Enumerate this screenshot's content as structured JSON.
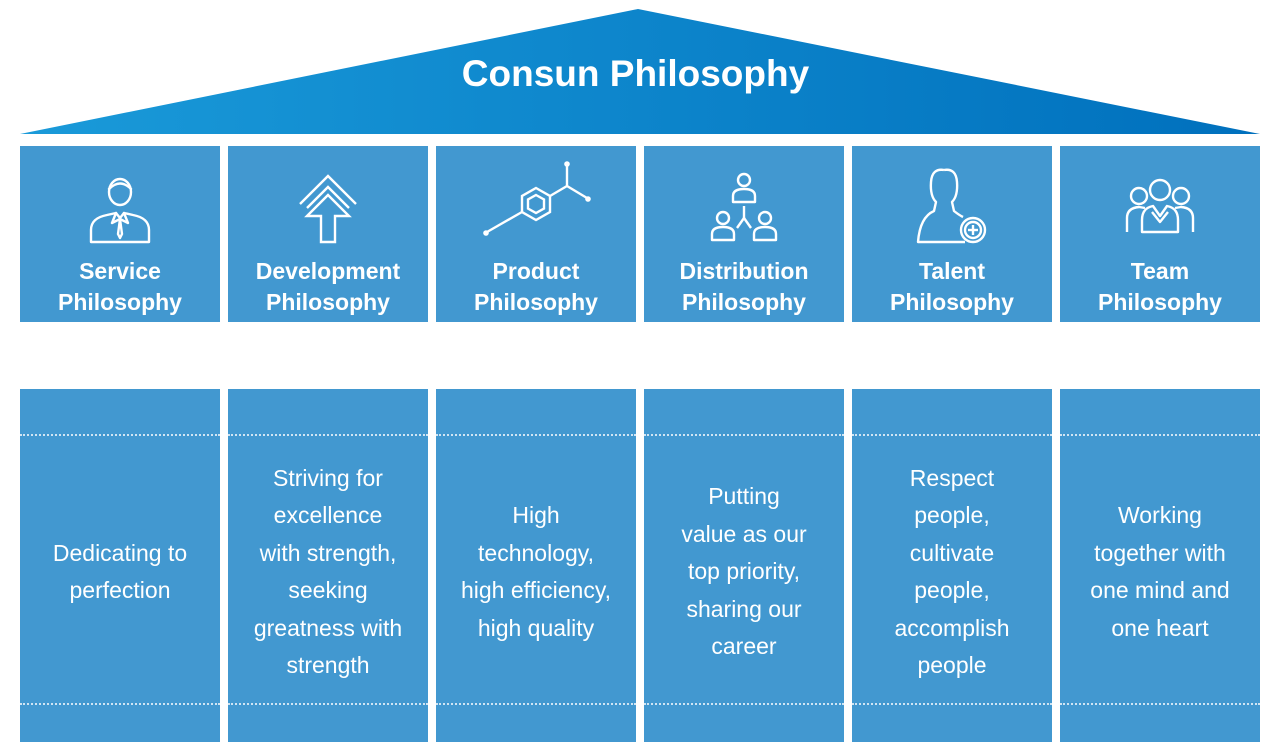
{
  "title": "Consun Philosophy",
  "colors": {
    "roof_light": "#1a9ad9",
    "roof_dark": "#0070bd",
    "card_blue": "#4298d0",
    "text": "#ffffff",
    "dotted_line": "#cfe4f3"
  },
  "philosophies": [
    {
      "label": "Service\nPhilosophy",
      "icon": "businessman-icon",
      "description": "Dedicating to\nperfection"
    },
    {
      "label": "Development\nPhilosophy",
      "icon": "growth-arrow-icon",
      "description": "Striving for\nexcellence\nwith strength,\nseeking\ngreatness with\nstrength"
    },
    {
      "label": "Product\nPhilosophy",
      "icon": "molecule-icon",
      "description": "High\ntechnology,\nhigh efficiency,\nhigh quality"
    },
    {
      "label": "Distribution\nPhilosophy",
      "icon": "distribution-network-icon",
      "description": "Putting\nvalue as our\ntop priority,\nsharing our\ncareer"
    },
    {
      "label": "Talent\nPhilosophy",
      "icon": "person-add-icon",
      "description": "Respect\npeople,\ncultivate\npeople,\naccomplish\npeople"
    },
    {
      "label": "Team\nPhilosophy",
      "icon": "team-icon",
      "description": "Working\ntogether with\none mind and\none heart"
    }
  ]
}
